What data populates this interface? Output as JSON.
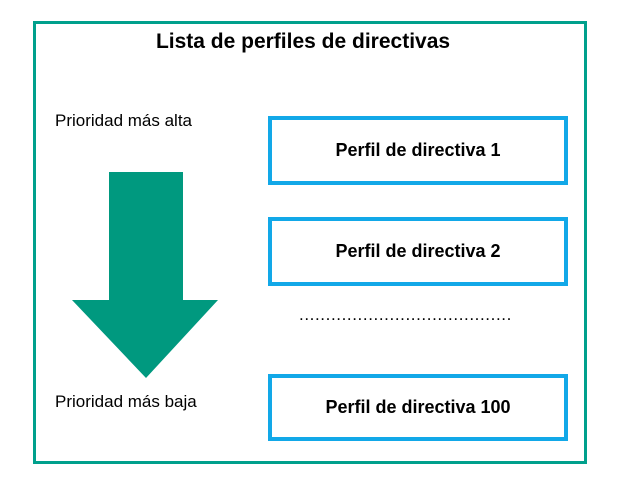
{
  "diagram": {
    "title": "Lista de perfiles de directivas",
    "colors": {
      "outer_frame": "#00a08c",
      "arrow_fill": "#00997f",
      "box_border": "#12a8e8",
      "text": "#000000",
      "background": "#ffffff"
    },
    "priority_labels": {
      "highest": "Prioridad más alta",
      "lowest": "Prioridad más baja"
    },
    "arrow": {
      "name": "down-arrow",
      "direction": "down",
      "meaning": "priority decreases downward"
    },
    "profile_boxes": [
      {
        "label": "Perfil de directiva 1"
      },
      {
        "label": "Perfil de directiva 2"
      },
      {
        "label": "Perfil de directiva 100"
      }
    ],
    "ellipsis": "........................................"
  }
}
